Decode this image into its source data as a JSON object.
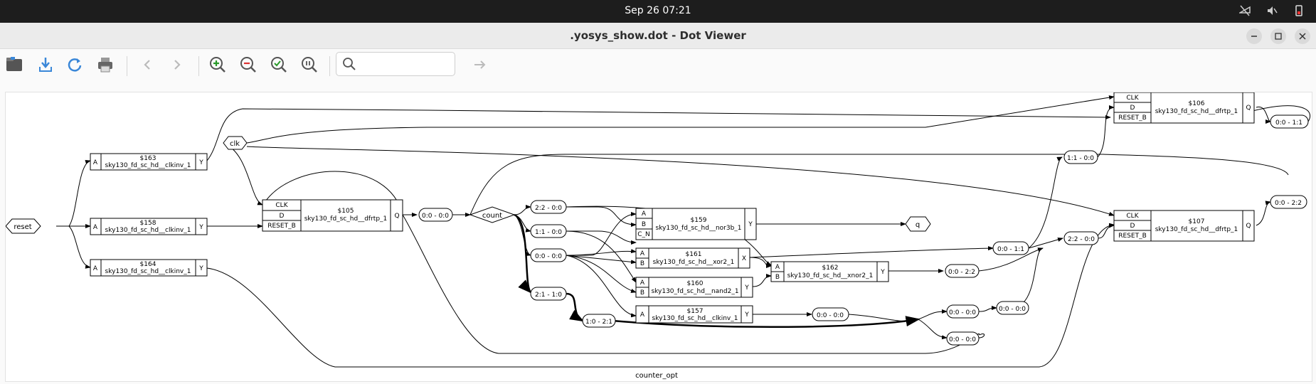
{
  "topbar": {
    "datetime": "Sep 26  07:21"
  },
  "window": {
    "title": ".yosys_show.dot - Dot Viewer"
  },
  "toolbar": {
    "search_placeholder": ""
  },
  "graph": {
    "title": "counter_opt",
    "ports": {
      "reset": "reset",
      "clk": "clk",
      "q": "q"
    },
    "cells": {
      "c163": {
        "id": "$163",
        "type": "sky130_fd_sc_hd__clkinv_1",
        "in_a": "A",
        "out": "Y"
      },
      "c158": {
        "id": "$158",
        "type": "sky130_fd_sc_hd__clkinv_1",
        "in_a": "A",
        "out": "Y"
      },
      "c164": {
        "id": "$164",
        "type": "sky130_fd_sc_hd__clkinv_1",
        "in_a": "A",
        "out": "Y"
      },
      "c105": {
        "id": "$105",
        "type": "sky130_fd_sc_hd__dfrtp_1",
        "in_clk": "CLK",
        "in_d": "D",
        "in_rst": "RESET_B",
        "out": "Q"
      },
      "c106": {
        "id": "$106",
        "type": "sky130_fd_sc_hd__dfrtp_1",
        "in_clk": "CLK",
        "in_d": "D",
        "in_rst": "RESET_B",
        "out": "Q"
      },
      "c107": {
        "id": "$107",
        "type": "sky130_fd_sc_hd__dfrtp_1",
        "in_clk": "CLK",
        "in_d": "D",
        "in_rst": "RESET_B",
        "out": "Q"
      },
      "c159": {
        "id": "$159",
        "type": "sky130_fd_sc_hd__nor3b_1",
        "in_a": "A",
        "in_b": "B",
        "in_c": "C_N",
        "out": "Y"
      },
      "c161": {
        "id": "$161",
        "type": "sky130_fd_sc_hd__xor2_1",
        "in_a": "A",
        "in_b": "B",
        "out": "X"
      },
      "c162": {
        "id": "$162",
        "type": "sky130_fd_sc_hd__xnor2_1",
        "in_a": "A",
        "in_b": "B",
        "out": "Y"
      },
      "c160": {
        "id": "$160",
        "type": "sky130_fd_sc_hd__nand2_1",
        "in_a": "A",
        "in_b": "B",
        "out": "Y"
      },
      "c157": {
        "id": "$157",
        "type": "sky130_fd_sc_hd__clkinv_1",
        "in_a": "A",
        "out": "Y"
      }
    },
    "count_label": "count",
    "slices": {
      "s1": "0:0 - 0:0",
      "s2": "2:2 - 0:0",
      "s3": "1:1 - 0:0",
      "s4": "0:0 - 0:0",
      "s5": "2:1 - 1:0",
      "s6": "1:0 - 2:1",
      "s7": "0:0 - 1:1",
      "s8": "0:0 - 2:2",
      "s9": "0:0 - 0:0",
      "s10": "0:0 - 0:0",
      "s11": "0:0 - 0:0",
      "s12": "0:0 - 0:0",
      "s13": "1:1 - 0:0",
      "s14": "2:2 - 0:0",
      "s15": "0:0 - 1:1",
      "s16": "0:0 - 2:2"
    }
  }
}
